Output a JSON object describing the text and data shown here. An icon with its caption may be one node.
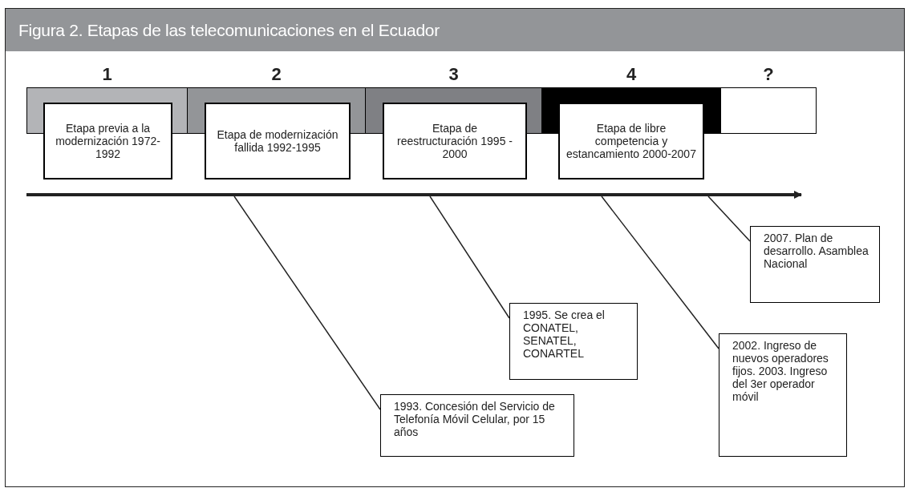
{
  "diagram": {
    "title": "Figura 2. Etapas de las telecomunicaciones en el Ecuador",
    "nodes": [
      {
        "text": [
          "1"
        ]
      },
      {
        "text": [
          "Etapa previa a la modernización 1972-1992"
        ]
      },
      {
        "text": [
          "2"
        ]
      },
      {
        "text": [
          "Etapa de modernización fallida 1992-1995"
        ]
      },
      {
        "text": [
          "3"
        ]
      },
      {
        "text": [
          "Etapa de reestructuración 1995 - 2000"
        ]
      },
      {
        "text": [
          "4"
        ]
      },
      {
        "text": [
          "Etapa de libre competencia y estancamiento 2000-2007"
        ]
      },
      {
        "text": [
          "?"
        ]
      },
      {
        "text": [
          "1993. Concesión del Servicio de Telefonía Móvil Celular, por 15 años"
        ]
      },
      {
        "text": [
          "1995. Se crea el CONATEL, SENATEL, CONARTEL"
        ]
      },
      {
        "text": [
          "2002. Ingreso de nuevos operadores fijos. 2003. Ingreso del 3er operador móvil"
        ]
      },
      {
        "text": [
          "2007. Plan de desarrollo. Asamblea Nacional"
        ]
      }
    ],
    "edges": [
      {
        "from": 9,
        "to": null,
        "arrow": "none"
      },
      {
        "from": 10,
        "to": null,
        "arrow": "none"
      },
      {
        "from": 11,
        "to": null,
        "arrow": "none"
      },
      {
        "from": 12,
        "to": null,
        "arrow": "none"
      }
    ]
  }
}
